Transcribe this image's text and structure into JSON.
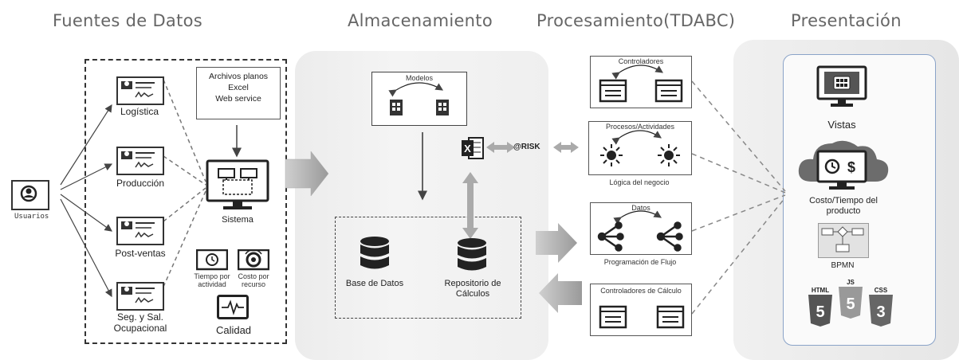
{
  "columns": {
    "sources": "Fuentes de Datos",
    "storage": "Almacenamiento",
    "processing": "Procesamiento(TDABC)",
    "presentation": "Presentación"
  },
  "sources": {
    "user": "Usuarios",
    "cards": [
      "Logística",
      "Producción",
      "Post-ventas",
      "Seg. y Sal.",
      "Ocupacional"
    ],
    "files": [
      "Archivos planos",
      "Excel",
      "Web service"
    ],
    "system": "Sistema",
    "time": [
      "Tiempo por",
      "actividad"
    ],
    "cost": [
      "Costo por",
      "recurso"
    ],
    "quality": "Calidad"
  },
  "storage": {
    "models": "Modelos",
    "db": "Base de Datos",
    "repo": [
      "Repositorio de",
      "Cálculos"
    ],
    "risk": "@RISK"
  },
  "processing": {
    "controllers": "Controladores",
    "processes": "Procesos/Actividades",
    "business": "Lógica del negocio",
    "data": "Datos",
    "flow": "Programación de Flujo",
    "calc": "Controladores de Cálculo"
  },
  "presentation": {
    "views": "Vistas",
    "cost_time": [
      "Costo/Tiempo del",
      "producto"
    ],
    "bpmn": "BPMN",
    "html": "HTML",
    "js": "JS",
    "css": "CSS"
  }
}
